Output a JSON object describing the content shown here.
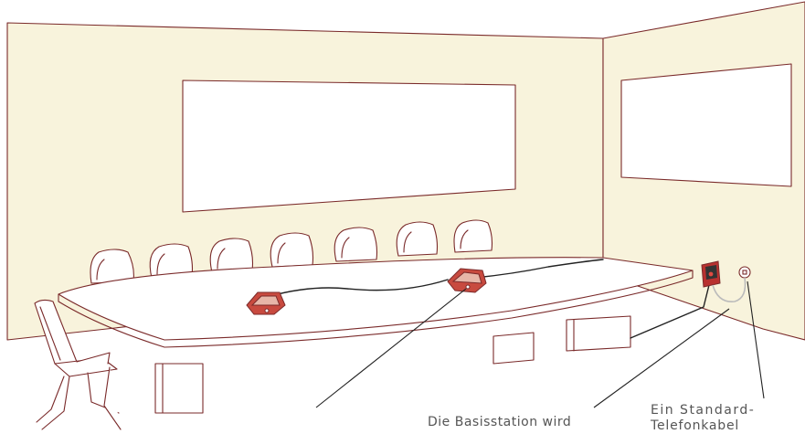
{
  "captions": {
    "base_station": "Die Basisstation wird",
    "cable_line1": "Ein Standard-",
    "cable_line2": "Telefonkabel"
  },
  "colors": {
    "wall_fill": "#f8f3dc",
    "line": "#7a2a2a",
    "device_red": "#b8312f",
    "text": "#555555"
  },
  "icons": [
    "conference-room-illustration",
    "wall-phone-jack-icon",
    "network-outlet-icon"
  ]
}
